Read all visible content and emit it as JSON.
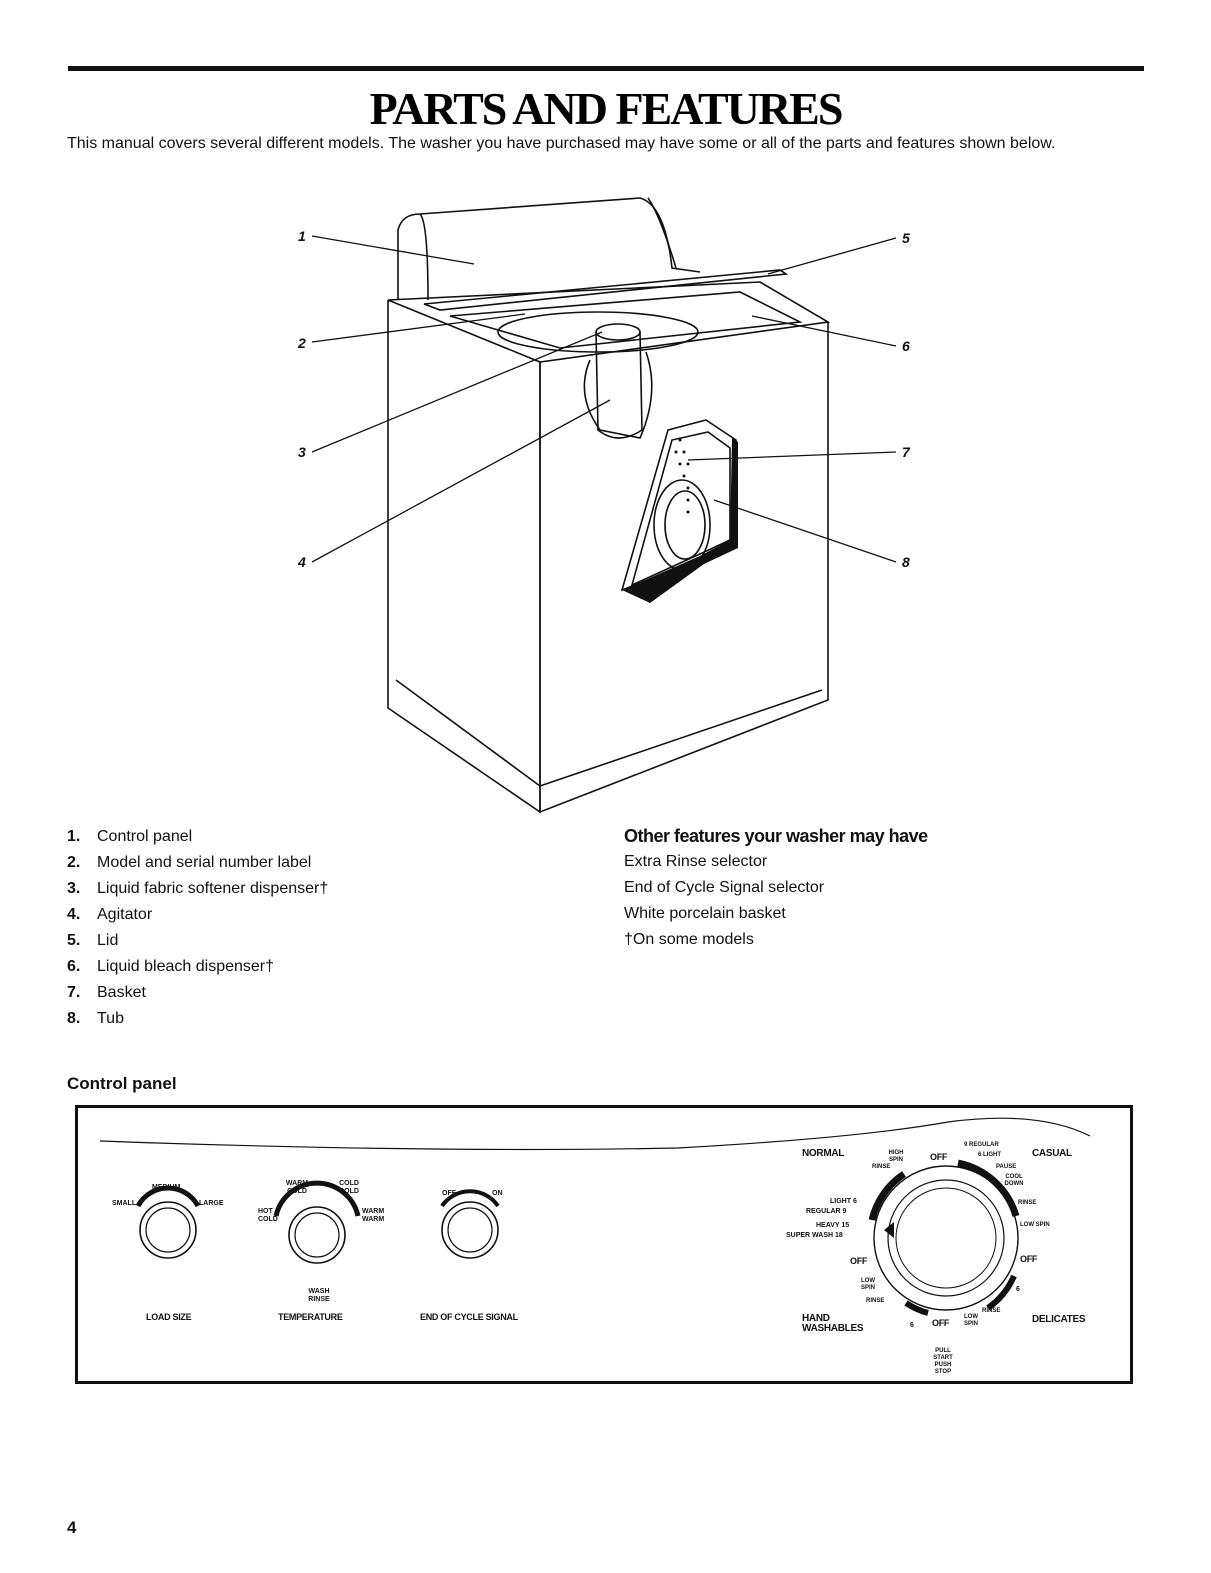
{
  "page": {
    "title": "PARTS AND FEATURES",
    "intro": "This manual covers several different models. The washer you have purchased may have some or all of the parts and features shown below.",
    "page_number": "4"
  },
  "diagram": {
    "callouts": [
      "1",
      "2",
      "3",
      "4",
      "5",
      "6",
      "7",
      "8"
    ]
  },
  "parts": [
    {
      "num": "1.",
      "label": "Control panel"
    },
    {
      "num": "2.",
      "label": "Model and serial number label"
    },
    {
      "num": "3.",
      "label": "Liquid fabric softener dispenser†"
    },
    {
      "num": "4.",
      "label": "Agitator"
    },
    {
      "num": "5.",
      "label": "Lid"
    },
    {
      "num": "6.",
      "label": "Liquid bleach dispenser†"
    },
    {
      "num": "7.",
      "label": "Basket"
    },
    {
      "num": "8.",
      "label": "Tub"
    }
  ],
  "other_features": {
    "heading": "Other features your washer may have",
    "items": [
      "Extra Rinse selector",
      "End of Cycle Signal selector",
      "White porcelain basket",
      "†On some models"
    ]
  },
  "control_panel": {
    "title": "Control panel",
    "load_size": {
      "label": "LOAD SIZE",
      "small": "SMALL",
      "medium": "MEDIUM",
      "large": "LARGE"
    },
    "temperature": {
      "label": "TEMPERATURE",
      "warm_cold": "WARM COLD",
      "cold_cold": "COLD COLD",
      "hot_cold": "HOT COLD",
      "warm_warm": "WARM WARM",
      "wash_rinse": "WASH RINSE"
    },
    "signal": {
      "label": "END OF CYCLE SIGNAL",
      "off": "OFF",
      "on": "ON"
    },
    "cycle": {
      "normal": "NORMAL",
      "casual": "CASUAL",
      "hand_washables": "HAND WASHABLES",
      "delicates": "DELICATES",
      "high_spin": "HIGH SPIN",
      "rinse_top": "RINSE",
      "off_top": "OFF",
      "regular_9_top": "9 REGULAR",
      "light_6_top": "6 LIGHT",
      "pause": "PAUSE",
      "cool_down": "COOL DOWN",
      "rinse_right": "RINSE",
      "low_spin_right": "LOW SPIN",
      "off_right": "OFF",
      "six_right": "6",
      "light_6": "LIGHT 6",
      "regular_9": "REGULAR 9",
      "heavy_15": "HEAVY 15",
      "super_wash_18": "SUPER WASH 18",
      "off_left": "OFF",
      "low_spin_left": "LOW SPIN",
      "rinse_left": "RINSE",
      "six_bottom": "6",
      "off_bottom": "OFF",
      "low_spin_bottom": "LOW SPIN",
      "rinse_bottom": "RINSE",
      "pull_start": "PULL START PUSH STOP"
    }
  }
}
